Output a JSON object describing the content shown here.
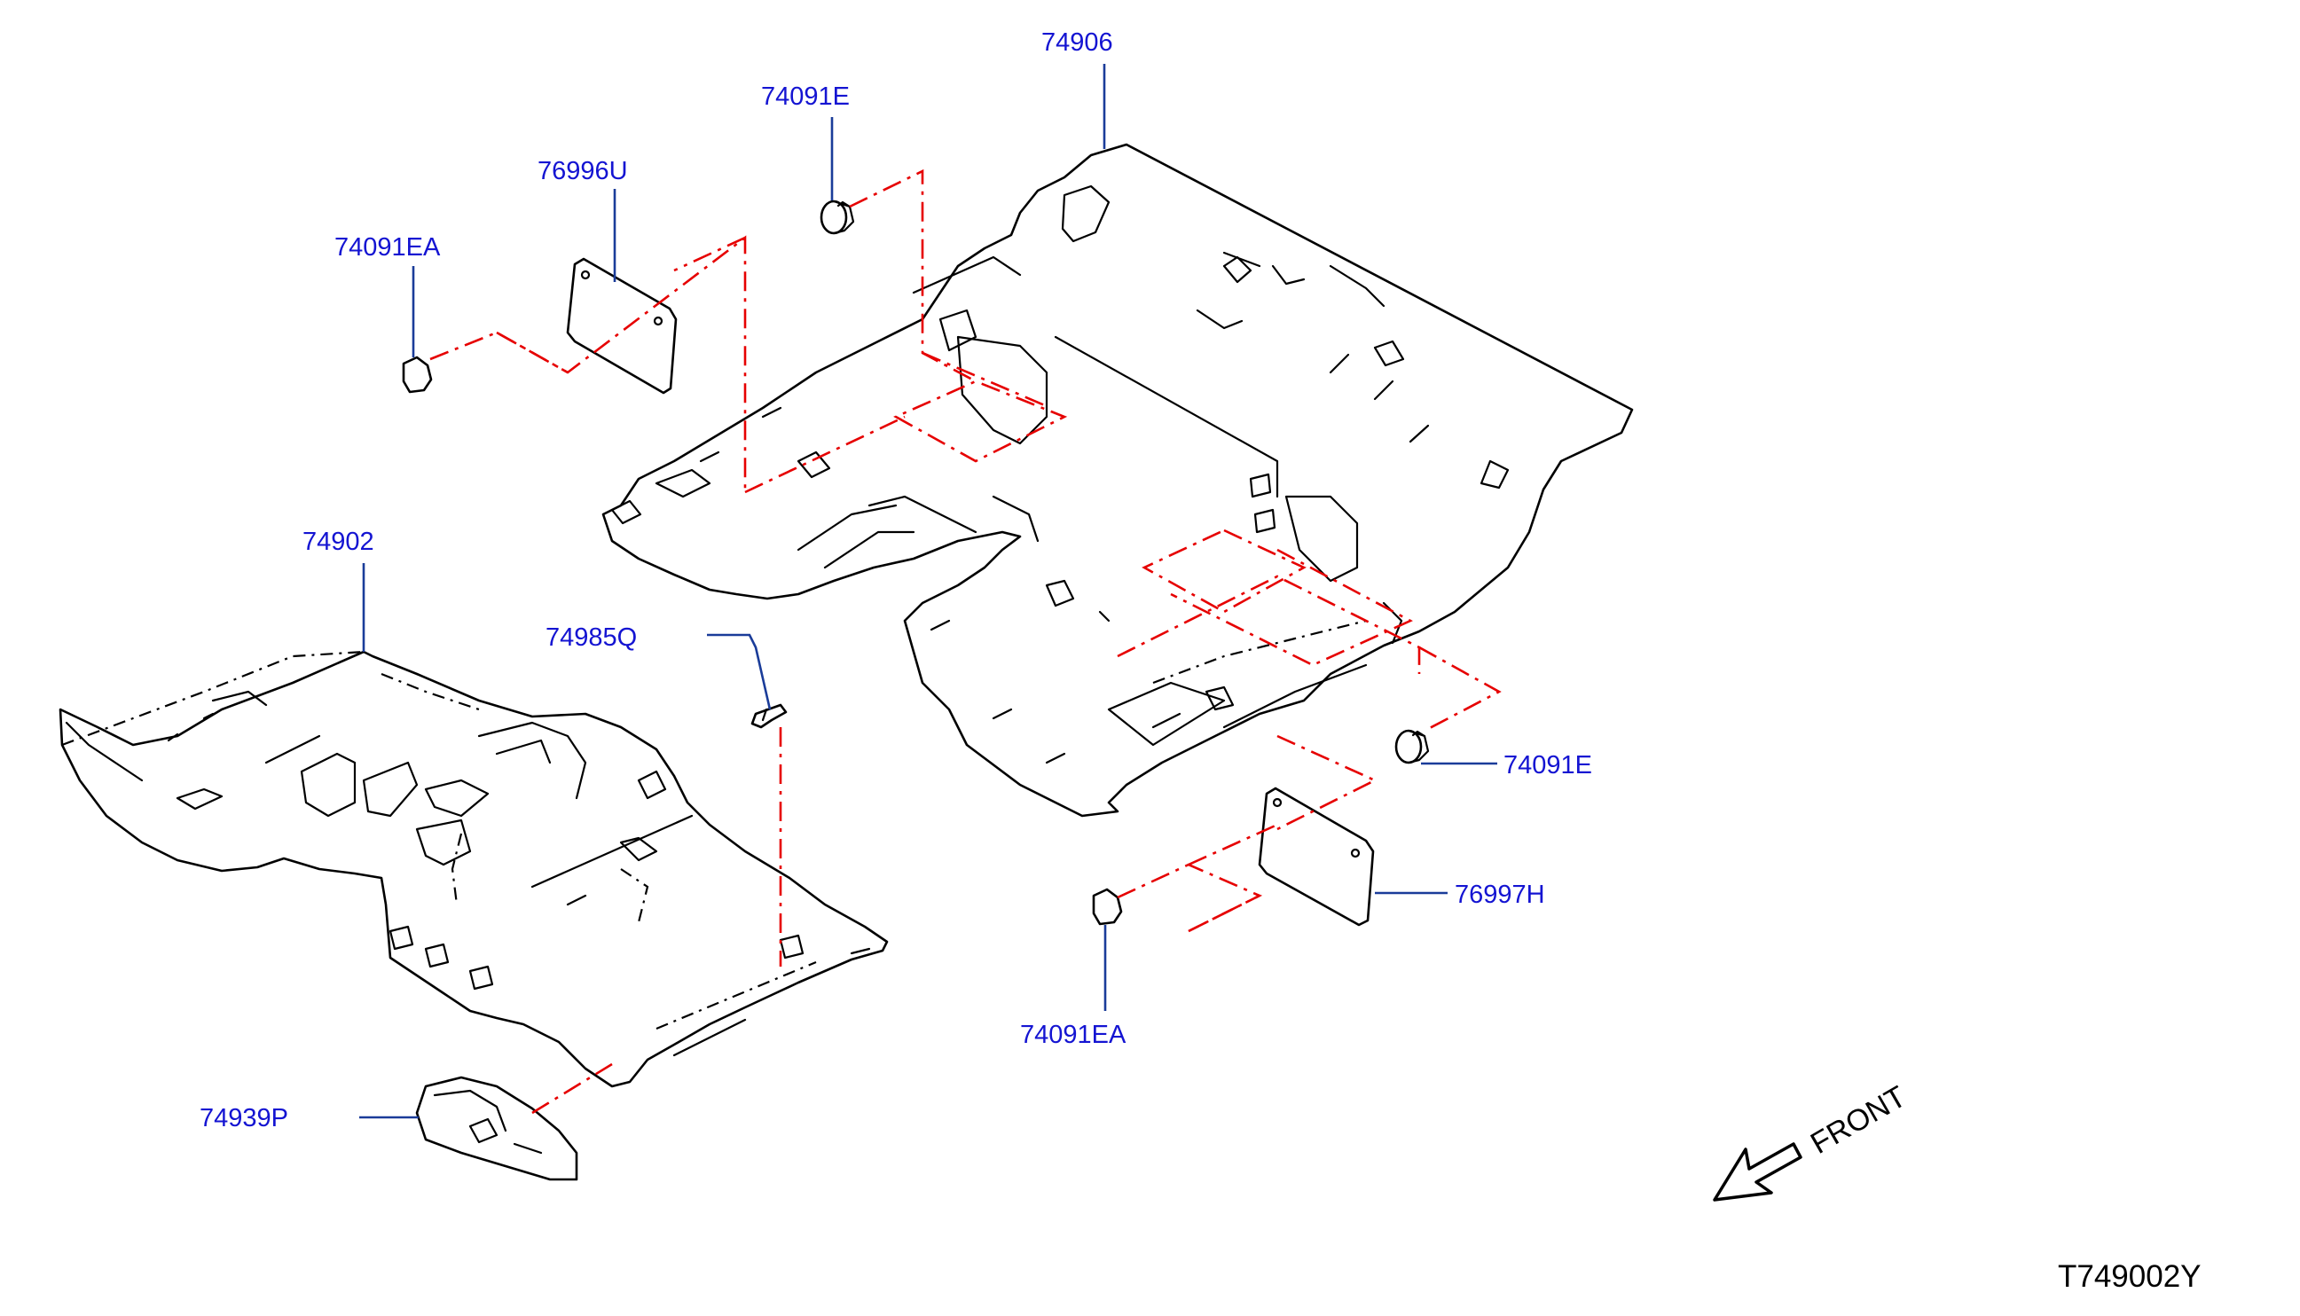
{
  "colors": {
    "label_text": "#1414d2",
    "leader_line": "#1a3c99",
    "phantom_line": "#e60000",
    "outline": "#000000",
    "background": "#ffffff"
  },
  "labels": {
    "p74906": "74906",
    "p74091E_top": "74091E",
    "p76996U": "76996U",
    "p74091EA_top": "74091EA",
    "p74902": "74902",
    "p74985Q": "74985Q",
    "p74091E_right": "74091E",
    "p76997H": "76997H",
    "p74091EA_bottom": "74091EA",
    "p74939P": "74939P"
  },
  "direction": {
    "label": "FRONT",
    "icon": "front-arrow-icon"
  },
  "diagram_code": "T749002Y"
}
